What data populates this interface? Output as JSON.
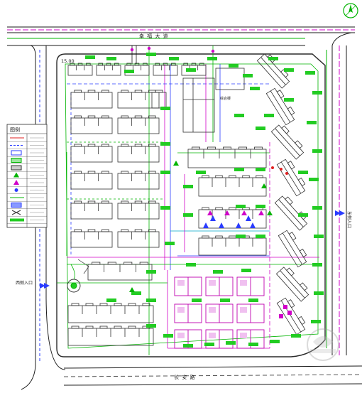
{
  "plan": {
    "top_road_label": "幸 福 大 道",
    "bottom_road_label": "长 安 路",
    "corner_dimension": "15.00",
    "east_entrance_label": "东侧入口",
    "west_entrance_label": "西侧入口",
    "central_building_label": "综合楼",
    "legend": {
      "title": "图例",
      "items": [
        "",
        "",
        "",
        "",
        "",
        "",
        "",
        "",
        "",
        "",
        "",
        ""
      ]
    },
    "colors": {
      "road": "#1a1a1a",
      "boundary": "#2a2a2a",
      "building": "#303030",
      "green_line": "#00b400",
      "green_label": "#22cc22",
      "magenta": "#d000c8",
      "blue_line": "#2a3cff",
      "cyan": "#00a8c8",
      "red": "#e02020",
      "yellow": "#c8c800"
    },
    "icons": {
      "north_arrow": "compass-north-icon",
      "entrance_marker": "entrance-arrow-icon",
      "watermark": "watermark-logo-icon"
    }
  }
}
